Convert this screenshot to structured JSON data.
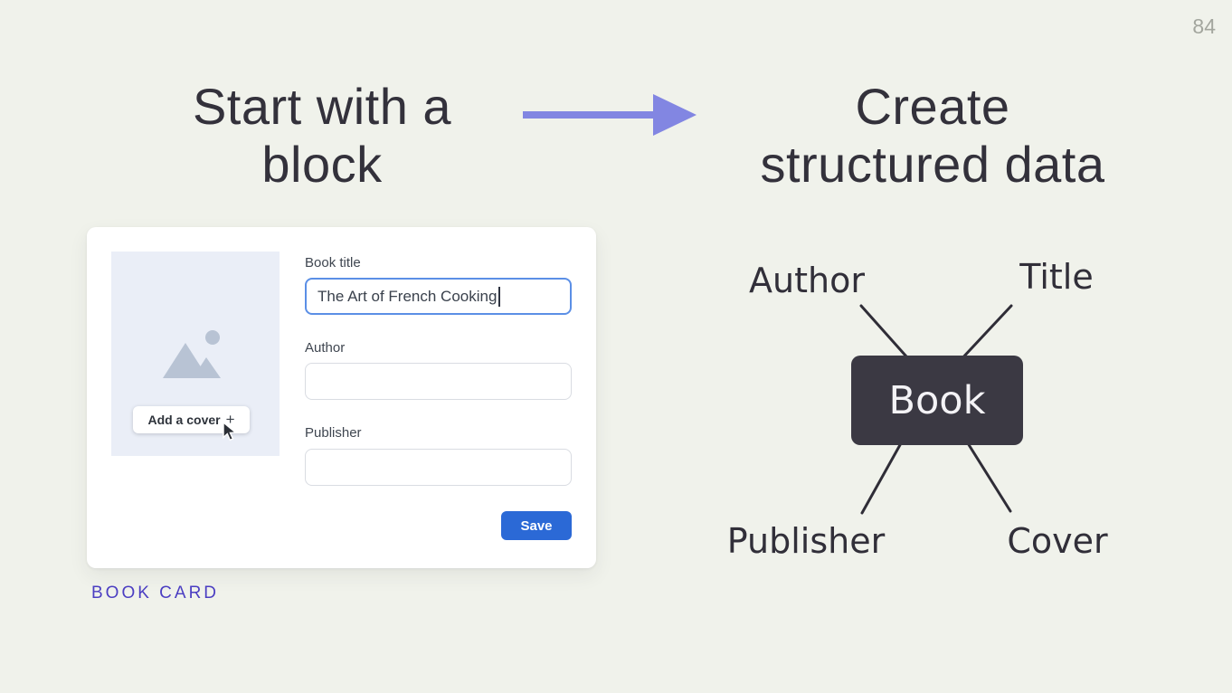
{
  "page": {
    "number": "84"
  },
  "left_section": {
    "heading_lines": [
      "Start with a",
      "block"
    ],
    "caption": "BOOK CARD",
    "card": {
      "cover_button_label": "Add a cover",
      "plus_icon": "+",
      "title_field": {
        "label": "Book title",
        "value": "The Art of French Cooking"
      },
      "author_field": {
        "label": "Author",
        "value": ""
      },
      "publisher_field": {
        "label": "Publisher",
        "value": ""
      },
      "save_button_label": "Save"
    }
  },
  "right_section": {
    "heading_lines": [
      "Create",
      "structured data"
    ],
    "diagram": {
      "center_label": "Book",
      "nodes": [
        {
          "label": "Author",
          "position": "top-left"
        },
        {
          "label": "Title",
          "position": "top-right"
        },
        {
          "label": "Publisher",
          "position": "bottom-left"
        },
        {
          "label": "Cover",
          "position": "bottom-right"
        }
      ]
    }
  },
  "colors": {
    "background": "#f0f2eb",
    "heading_text": "#33313b",
    "arrow": "#8286e2",
    "caption_purple": "#4b3ec2",
    "save_button_blue": "#2b69d6",
    "focused_input_border": "#5b8fe6",
    "book_box_dark": "#3b3943",
    "cover_placeholder_bg": "#eaeef7",
    "image_icon_gray": "#b8c3d4",
    "diagram_line": "#2f2d37"
  }
}
